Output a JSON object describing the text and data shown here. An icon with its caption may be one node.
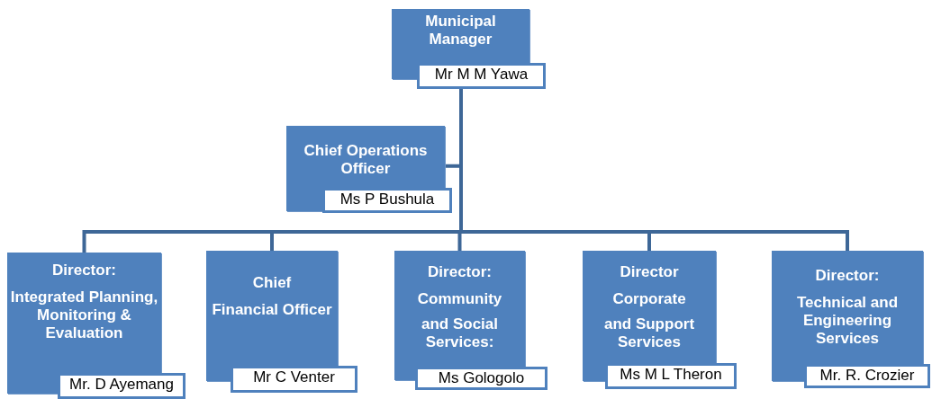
{
  "diagram": {
    "nodes": [
      {
        "text": [
          "Municipal Manager",
          "Mr M M Yawa"
        ]
      },
      {
        "text": [
          "Chief Operations Officer",
          "Ms P Bushula"
        ]
      },
      {
        "text": [
          "Director:",
          "Integrated Planning, Monitoring & Evaluation",
          "Mr. D Ayemang"
        ]
      },
      {
        "text": [
          "Chief",
          "Financial Officer",
          "Mr C Venter"
        ]
      },
      {
        "text": [
          "Director:",
          "Community",
          "and Social Services:",
          "Ms Gologolo"
        ]
      },
      {
        "text": [
          "Director",
          "Corporate",
          "and Support Services",
          "Ms M  L Theron"
        ]
      },
      {
        "text": [
          "Director:",
          "Technical and Engineering Services",
          "Mr. R. Crozier"
        ]
      }
    ],
    "edges": [
      {
        "from": 0,
        "to": 1,
        "arrow": "none"
      },
      {
        "from": 0,
        "to": 2,
        "arrow": "none"
      },
      {
        "from": 0,
        "to": 3,
        "arrow": "none"
      },
      {
        "from": 0,
        "to": 4,
        "arrow": "none"
      },
      {
        "from": 0,
        "to": 5,
        "arrow": "none"
      },
      {
        "from": 0,
        "to": 6,
        "arrow": "none"
      }
    ]
  }
}
